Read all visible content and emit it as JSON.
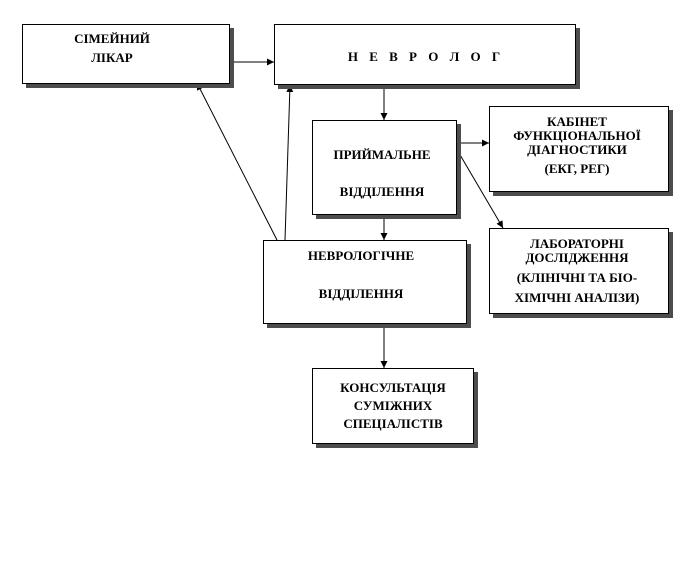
{
  "nodes": {
    "family_doctor": {
      "line1": "СІМЕЙНИЙ",
      "line2": "ЛІКАР"
    },
    "neurologist": {
      "line1": "Н Е В Р О Л О Г"
    },
    "admission": {
      "line1": "ПРИЙМАЛЬНЕ",
      "line2": "ВІДДІЛЕННЯ"
    },
    "functional_diagnostics": {
      "line1": "КАБІНЕТ",
      "line2": "ФУНКЦІОНАЛЬНОЇ",
      "line3": "ДІАГНОСТИКИ",
      "line4": "(ЕКГ, РЕГ)"
    },
    "laboratory": {
      "line1": "ЛАБОРАТОРНІ",
      "line2": "ДОСЛІДЖЕННЯ",
      "line3": "(КЛІНІЧНІ ТА БІО-",
      "line4": "ХІМІЧНІ АНАЛІЗИ)"
    },
    "neurology_department": {
      "line1": "НЕВРОЛОГІЧНЕ",
      "line2": "ВІДДІЛЕННЯ"
    },
    "consultation": {
      "line1": "КОНСУЛЬТАЦІЯ",
      "line2": "СУМІЖНИХ",
      "line3": "СПЕЦІАЛІСТІВ"
    }
  },
  "colors": {
    "stroke": "#000000",
    "shadow": "#4d4d4d"
  }
}
